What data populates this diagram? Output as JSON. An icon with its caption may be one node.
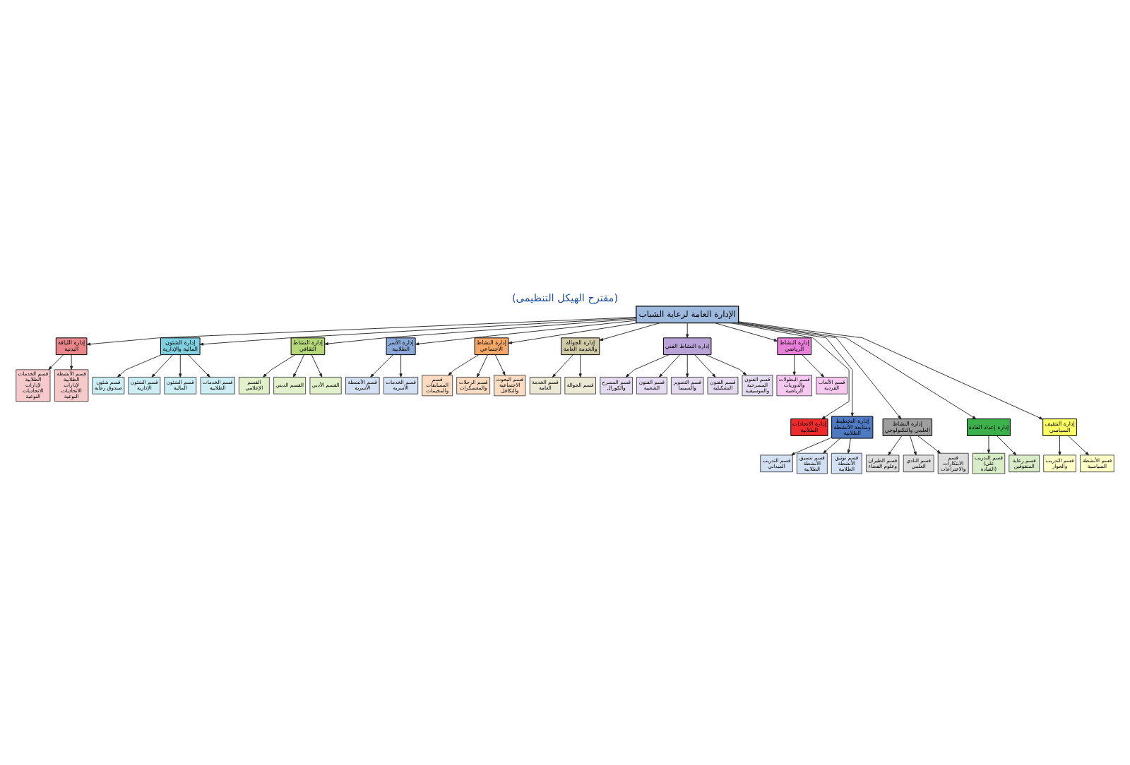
{
  "diagram": {
    "title": "(مقترح الهيكل التنظيمى)",
    "nodes": [
      {
        "text": [
          "الإدارة العامة لرعاية الشباب"
        ]
      },
      {
        "text": [
          "إدارة اللياقة البدنية"
        ]
      },
      {
        "text": [
          "قسم الخدمات الطلابية لإدارات الاتحاديات النوعية"
        ]
      },
      {
        "text": [
          "قسم الأنشطة الطلابية لإدارات الاتحاديات النوعية"
        ]
      },
      {
        "text": [
          "إدارة الشئون المالية والإدارية"
        ]
      },
      {
        "text": [
          "قسم شئون صندوق رعاية"
        ]
      },
      {
        "text": [
          "قسم الشئون الإدارية"
        ]
      },
      {
        "text": [
          "قسم الشئون المالية"
        ]
      },
      {
        "text": [
          "قسم الخدمات الطلابية"
        ]
      },
      {
        "text": [
          "إدارة النشاط الثقافي"
        ]
      },
      {
        "text": [
          "القسم الإعلامي"
        ]
      },
      {
        "text": [
          "القسم الديني"
        ]
      },
      {
        "text": [
          "القسم الأدبي"
        ]
      },
      {
        "text": [
          "إدارة الأسر الطلابية"
        ]
      },
      {
        "text": [
          "قسم الأنشطة الأسرية"
        ]
      },
      {
        "text": [
          "قسم الخدمات الأسرية"
        ]
      },
      {
        "text": [
          "إدارة النشاط الاجتماعي"
        ]
      },
      {
        "text": [
          "قسم المسابقات والمخيمات"
        ]
      },
      {
        "text": [
          "قسم الرحلات والمعسكرات"
        ]
      },
      {
        "text": [
          "قسم البحوث الاجتماعية والتكافل"
        ]
      },
      {
        "text": [
          "إدارة الجوالة والخدمة العامة"
        ]
      },
      {
        "text": [
          "قسم الخدمة العامة"
        ]
      },
      {
        "text": [
          "قسم الجوالة"
        ]
      },
      {
        "text": [
          "إدارة النشاط الفني"
        ]
      },
      {
        "text": [
          "قسم المسرح والكورال"
        ]
      },
      {
        "text": [
          "قسم الفنون الشعبية"
        ]
      },
      {
        "text": [
          "قسم التصوير والسينما"
        ]
      },
      {
        "text": [
          "قسم الفنون التشكيلية"
        ]
      },
      {
        "text": [
          "قسم الفنون المسرحية والموسيقية"
        ]
      },
      {
        "text": [
          "إدارة النشاط الرياضي"
        ]
      },
      {
        "text": [
          "قسم البطولات والدوريات الرياضية"
        ]
      },
      {
        "text": [
          "قسم الألعاب الفردية"
        ]
      },
      {
        "text": [
          "إدارة الاتحادات الطلابية"
        ]
      },
      {
        "text": [
          "إدارة التخطيط ومتابعة الأنشطة الطلابية"
        ]
      },
      {
        "text": [
          "قسم التدريب الميداني"
        ]
      },
      {
        "text": [
          "قسم تنسيق الأنشطة الطلابية"
        ]
      },
      {
        "text": [
          "قسم توثيق الأنشطة الطلابية"
        ]
      },
      {
        "text": [
          "إدارة النشاط العلمي والتكنولوجي"
        ]
      },
      {
        "text": [
          "قسم الطيران وعلوم الفضاء"
        ]
      },
      {
        "text": [
          "قسم النادي العلمي"
        ]
      },
      {
        "text": [
          "قسم الابتكارات والاختراعات"
        ]
      },
      {
        "text": [
          "إدارة إعداد القادة"
        ]
      },
      {
        "text": [
          "قسم التدريب (على القيادة)"
        ]
      },
      {
        "text": [
          "قسم رعاية المتفوقين"
        ]
      },
      {
        "text": [
          "إدارة التثقيف السياسي"
        ]
      },
      {
        "text": [
          "قسم التدريب والحوار"
        ]
      },
      {
        "text": [
          "قسم الأنشطة السياسية"
        ]
      }
    ],
    "edges": [
      {
        "from": 0,
        "to": 1,
        "arrow": "to"
      },
      {
        "from": 0,
        "to": 4,
        "arrow": "to"
      },
      {
        "from": 0,
        "to": 9,
        "arrow": "to"
      },
      {
        "from": 0,
        "to": 13,
        "arrow": "to"
      },
      {
        "from": 0,
        "to": 16,
        "arrow": "to"
      },
      {
        "from": 0,
        "to": 20,
        "arrow": "to"
      },
      {
        "from": 0,
        "to": 23,
        "arrow": "to"
      },
      {
        "from": 0,
        "to": 29,
        "arrow": "to"
      },
      {
        "from": 0,
        "to": 32,
        "arrow": "to"
      },
      {
        "from": 0,
        "to": 33,
        "arrow": "to"
      },
      {
        "from": 0,
        "to": 37,
        "arrow": "to"
      },
      {
        "from": 0,
        "to": 41,
        "arrow": "to"
      },
      {
        "from": 0,
        "to": 44,
        "arrow": "to"
      },
      {
        "from": 1,
        "to": 2,
        "arrow": "to"
      },
      {
        "from": 1,
        "to": 3,
        "arrow": "to"
      },
      {
        "from": 4,
        "to": 5,
        "arrow": "to"
      },
      {
        "from": 4,
        "to": 6,
        "arrow": "to"
      },
      {
        "from": 4,
        "to": 7,
        "arrow": "to"
      },
      {
        "from": 4,
        "to": 8,
        "arrow": "to"
      },
      {
        "from": 9,
        "to": 10,
        "arrow": "to"
      },
      {
        "from": 9,
        "to": 11,
        "arrow": "to"
      },
      {
        "from": 9,
        "to": 12,
        "arrow": "to"
      },
      {
        "from": 13,
        "to": 14,
        "arrow": "to"
      },
      {
        "from": 13,
        "to": 15,
        "arrow": "to"
      },
      {
        "from": 16,
        "to": 17,
        "arrow": "to"
      },
      {
        "from": 16,
        "to": 18,
        "arrow": "to"
      },
      {
        "from": 16,
        "to": 19,
        "arrow": "to"
      },
      {
        "from": 20,
        "to": 21,
        "arrow": "to"
      },
      {
        "from": 20,
        "to": 22,
        "arrow": "to"
      },
      {
        "from": 23,
        "to": 24,
        "arrow": "to"
      },
      {
        "from": 23,
        "to": 25,
        "arrow": "to"
      },
      {
        "from": 23,
        "to": 26,
        "arrow": "to"
      },
      {
        "from": 23,
        "to": 27,
        "arrow": "to"
      },
      {
        "from": 23,
        "to": 28,
        "arrow": "to"
      },
      {
        "from": 29,
        "to": 30,
        "arrow": "to"
      },
      {
        "from": 29,
        "to": 31,
        "arrow": "to"
      },
      {
        "from": 33,
        "to": 34,
        "arrow": "to"
      },
      {
        "from": 33,
        "to": 35,
        "arrow": "to"
      },
      {
        "from": 33,
        "to": 36,
        "arrow": "to"
      },
      {
        "from": 37,
        "to": 38,
        "arrow": "to"
      },
      {
        "from": 37,
        "to": 39,
        "arrow": "to"
      },
      {
        "from": 37,
        "to": 40,
        "arrow": "to"
      },
      {
        "from": 41,
        "to": 42,
        "arrow": "to"
      },
      {
        "from": 41,
        "to": 43,
        "arrow": "to"
      },
      {
        "from": 44,
        "to": 45,
        "arrow": "to"
      },
      {
        "from": 44,
        "to": 46,
        "arrow": "to"
      }
    ]
  }
}
